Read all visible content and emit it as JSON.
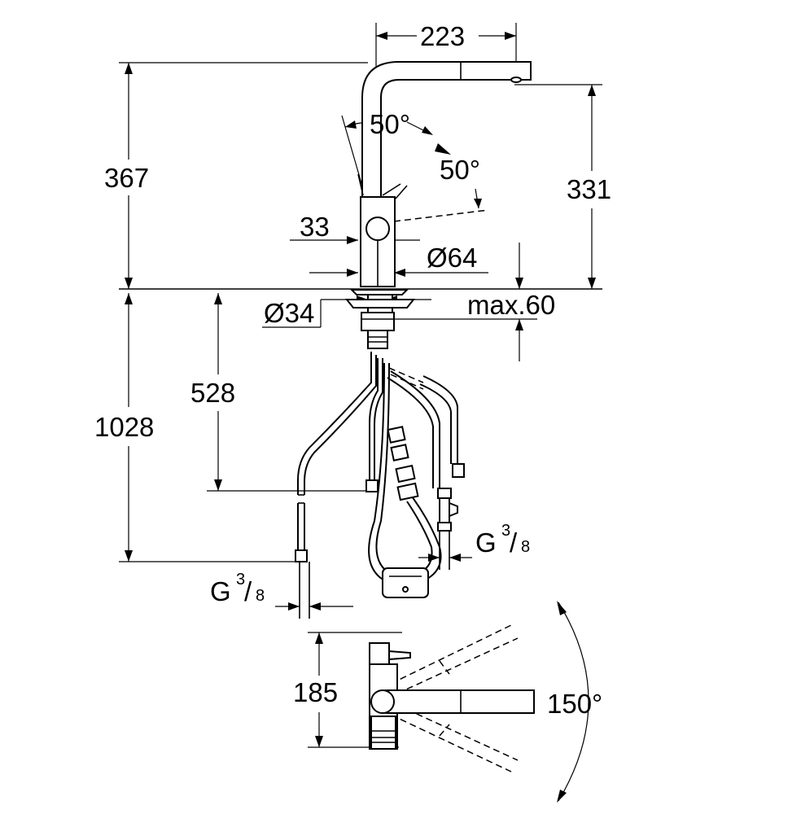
{
  "dimensions": {
    "width_spout": "223",
    "height_total": "367",
    "height_outlet": "331",
    "angle_left": "50°",
    "angle_right": "50°",
    "lever_offset": "33",
    "base_diameter": "Ø64",
    "hole_diameter": "Ø34",
    "max_thickness": "max.60",
    "hose_length": "528",
    "total_length": "1028",
    "thread_left_g": "G",
    "thread_left_num": "3",
    "thread_left_den": "8",
    "thread_right_g": "G",
    "thread_right_num": "3",
    "thread_right_den": "8",
    "side_depth": "185",
    "swivel_angle": "150°"
  }
}
